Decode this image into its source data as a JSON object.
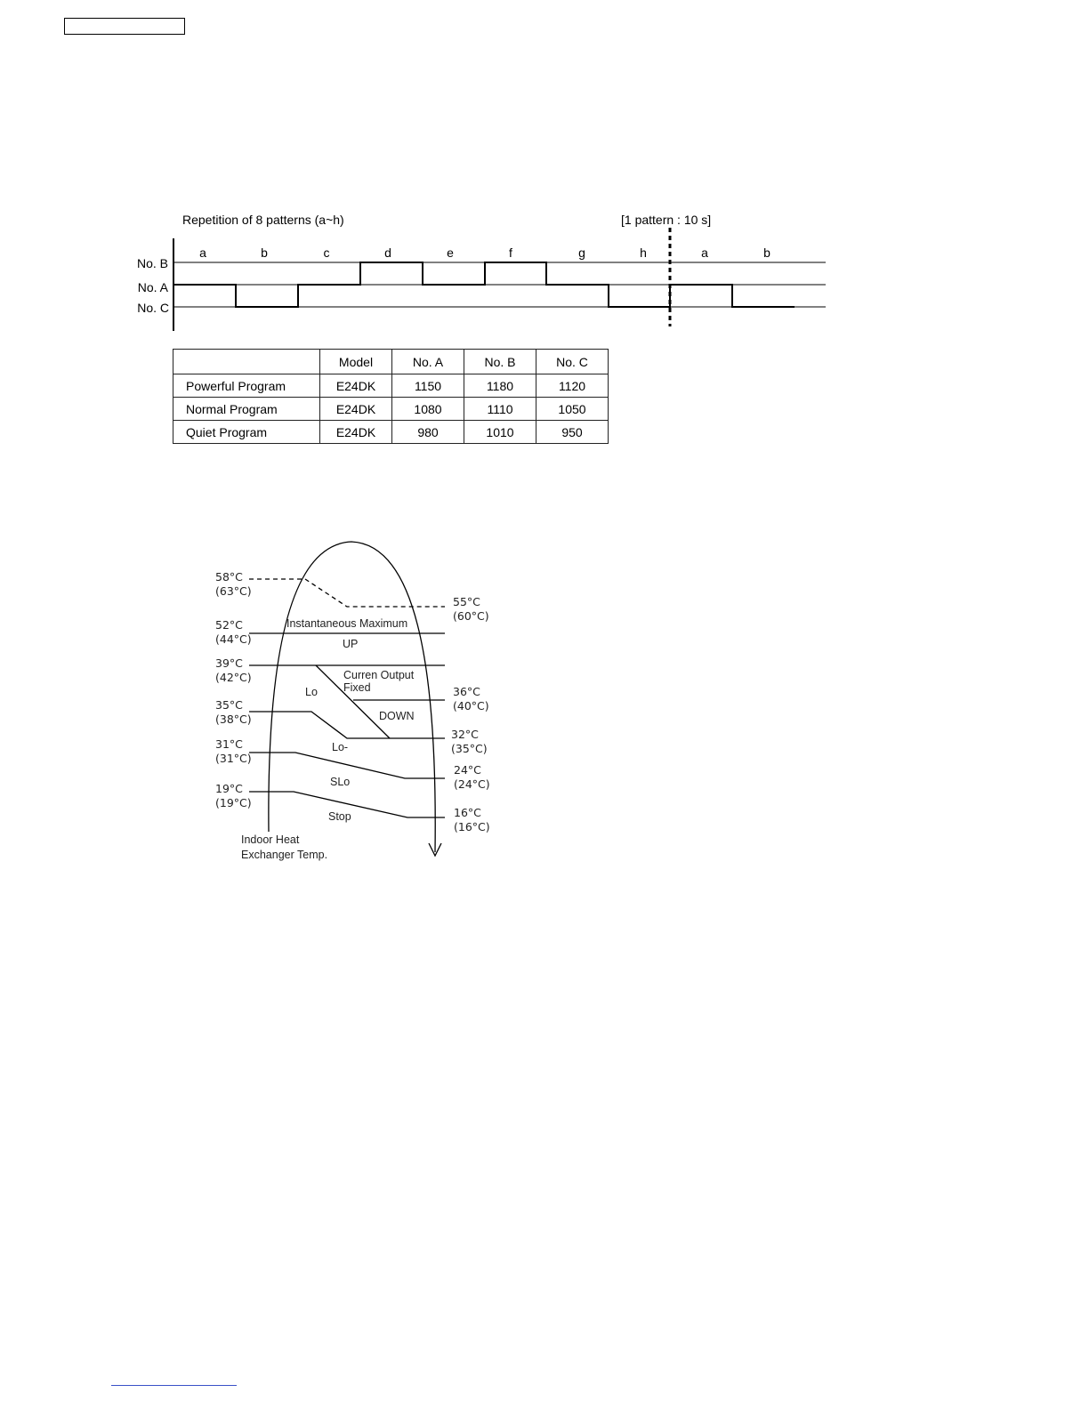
{
  "timing_chart": {
    "title": "Repetition of 8 patterns (a~h)",
    "period_note": "[1 pattern : 10 s]",
    "patterns": [
      "a",
      "b",
      "c",
      "d",
      "e",
      "f",
      "g",
      "h",
      "a",
      "b"
    ],
    "signals": [
      "No. B",
      "No. A",
      "No. C"
    ],
    "levels": [
      "A",
      "C",
      "A",
      "B",
      "A",
      "B",
      "A",
      "C",
      "A",
      "C"
    ]
  },
  "speed_table": {
    "headers": [
      "",
      "Model",
      "No. A",
      "No. B",
      "No. C"
    ],
    "rows": [
      [
        "Powerful Program",
        "E24DK",
        "1150",
        "1180",
        "1120"
      ],
      [
        "Normal Program",
        "E24DK",
        "1080",
        "1110",
        "1050"
      ],
      [
        "Quiet Program",
        "E24DK",
        "980",
        "1010",
        "950"
      ]
    ]
  },
  "heat_diagram": {
    "left_labels": [
      {
        "t": "58°C",
        "f": "(63°C)"
      },
      {
        "t": "52°C",
        "f": "(44°C)"
      },
      {
        "t": "39°C",
        "f": "(42°C)"
      },
      {
        "t": "35°C",
        "f": "(38°C)"
      },
      {
        "t": "31°C",
        "f": "(31°C)"
      },
      {
        "t": "19°C",
        "f": "(19°C)"
      }
    ],
    "right_labels": [
      {
        "t": "55°C",
        "f": "(60°C)"
      },
      {
        "t": "36°C",
        "f": "(40°C)"
      },
      {
        "t": "32°C",
        "f": "(35°C)"
      },
      {
        "t": "24°C",
        "f": "(24°C)"
      },
      {
        "t": "16°C",
        "f": "(16°C)"
      }
    ],
    "zones": {
      "inst_max": "Instantaneous Maximum",
      "up": "UP",
      "curr_1": "Curren Output",
      "curr_2": "Fixed",
      "lo": "Lo",
      "down": "DOWN",
      "lo_minus": "Lo-",
      "slo": "SLo",
      "stop": "Stop"
    },
    "axis_1": "Indoor Heat",
    "axis_2": "Exchanger Temp."
  }
}
